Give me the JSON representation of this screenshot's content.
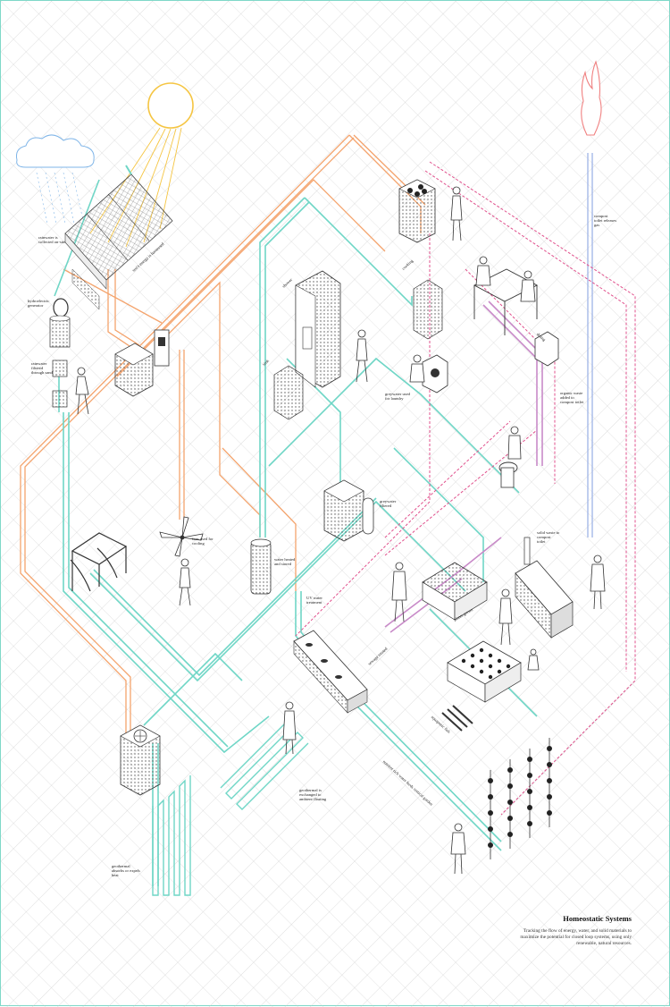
{
  "title": "Homeostatic Systems",
  "description": "Tracking the flow of energy, water, and solid materials to maximize the potential for closed loop systems, using only renewable, natural resources.",
  "colors": {
    "grid": "#c8c8c8",
    "energy": "#f4a36c",
    "water": "#6fd6c6",
    "waste": "#c88ac8",
    "gas": "#9fb4e6",
    "compost": "#e0508c",
    "sun": "#f5c542",
    "cloud": "#7fb5e8",
    "flame": "#f08080",
    "ink": "#222222"
  },
  "labels": {
    "rain": "rainwater is collected on-site",
    "hydro": "hydroelectric generator",
    "filter": "rainwater filtered through sand",
    "sun_energy": "sun's energy is harnessed",
    "fan": "fans used for cooling",
    "heater": "water heated and stored",
    "uv": "UV water treatment",
    "greywater": "greywater used for laundry",
    "gw_filter": "greywater filtered",
    "organic": "organic waste added to compost toilet",
    "compost_bin": "solid waste to compost toilet",
    "methane": "compost toilet releases gas",
    "geothermal_loop": "geothermal is exchanged to ambient floating",
    "geothermal_well": "geothermal absorbs or expels heat",
    "vertical": "nutrient rich water feeds vertical garden",
    "fish": "aquaponic fish",
    "plants": "plants grown",
    "sewage": "sewage treated",
    "kitchen": "cooking",
    "dining": "dining",
    "shower": "shower",
    "sink": "sink"
  }
}
